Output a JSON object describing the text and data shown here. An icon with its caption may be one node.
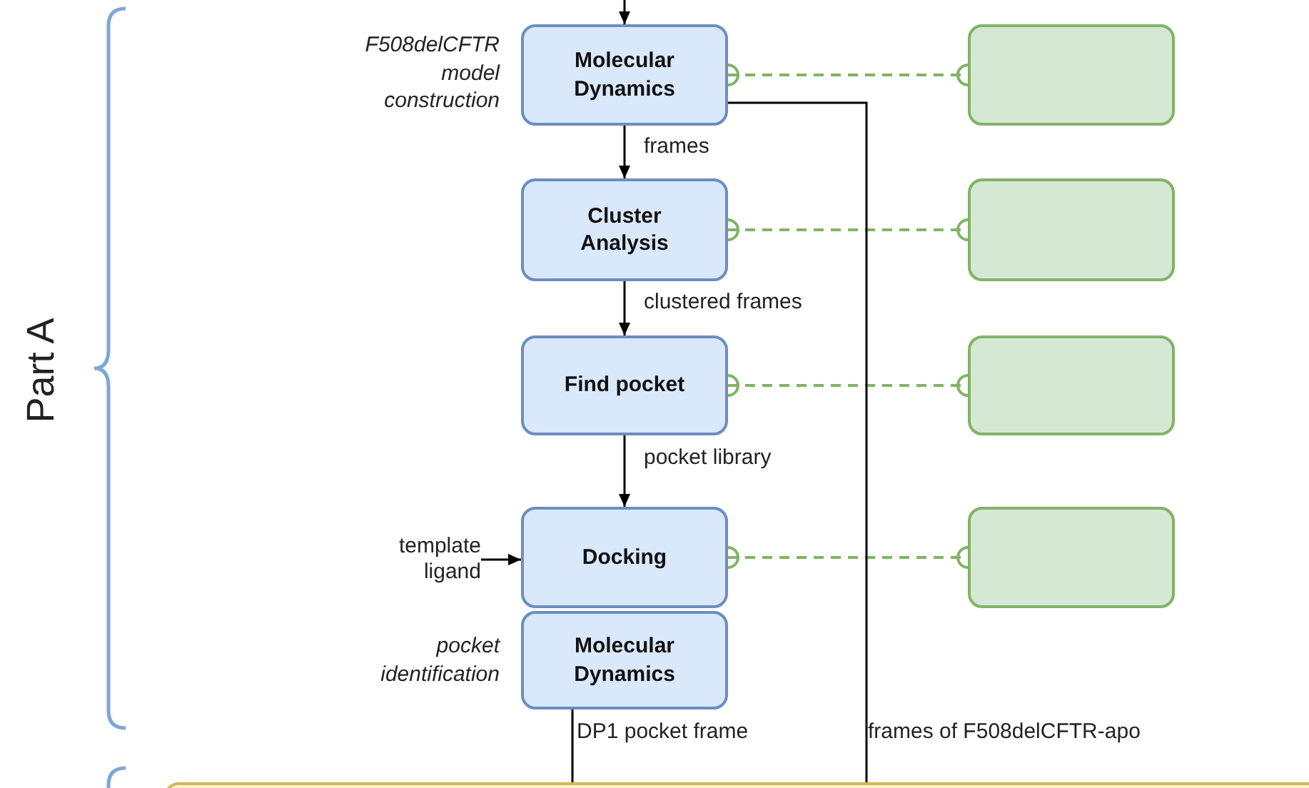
{
  "diagram": {
    "nodes": [
      {
        "text": [
          "Molecular Dynamics"
        ],
        "beside": [
          "F508delCFTR model construction"
        ]
      },
      {
        "text": [
          "Cluster Analysis"
        ]
      },
      {
        "text": [
          "Find pocket"
        ]
      },
      {
        "text": [
          "Docking"
        ]
      },
      {
        "text": [
          "Molecular Dynamics"
        ],
        "beside": [
          "pocket identification"
        ]
      },
      {
        "text": [],
        "shape": "box"
      },
      {
        "text": [],
        "shape": "box"
      },
      {
        "text": [],
        "shape": "box"
      },
      {
        "text": [],
        "shape": "box"
      },
      {
        "text": [
          "template ligand"
        ]
      },
      {
        "text": [],
        "shape": "box"
      }
    ],
    "edges": [
      {
        "from": null,
        "to": 0,
        "arrow": "to"
      },
      {
        "from": 0,
        "to": 1,
        "arrow": "to",
        "label": "frames"
      },
      {
        "from": 1,
        "to": 2,
        "arrow": "to",
        "label": "clustered frames"
      },
      {
        "from": 2,
        "to": 3,
        "arrow": "to",
        "label": "pocket library"
      },
      {
        "from": 9,
        "to": 3,
        "arrow": "to"
      },
      {
        "from": 0,
        "to": 5,
        "arrow": "other",
        "style": "dashed",
        "color": "#82b366"
      },
      {
        "from": 1,
        "to": 6,
        "arrow": "other",
        "style": "dashed",
        "color": "#82b366"
      },
      {
        "from": 2,
        "to": 7,
        "arrow": "other",
        "style": "dashed",
        "color": "#82b366"
      },
      {
        "from": 3,
        "to": 8,
        "arrow": "other",
        "style": "dashed",
        "color": "#82b366"
      },
      {
        "from": 4,
        "to": 10,
        "arrow": "none",
        "label": "DP1 pocket frame"
      },
      {
        "from": 0,
        "to": 10,
        "arrow": "none",
        "label": "frames of F508delCFTR-apo"
      }
    ],
    "labels": [
      "Part A"
    ]
  }
}
